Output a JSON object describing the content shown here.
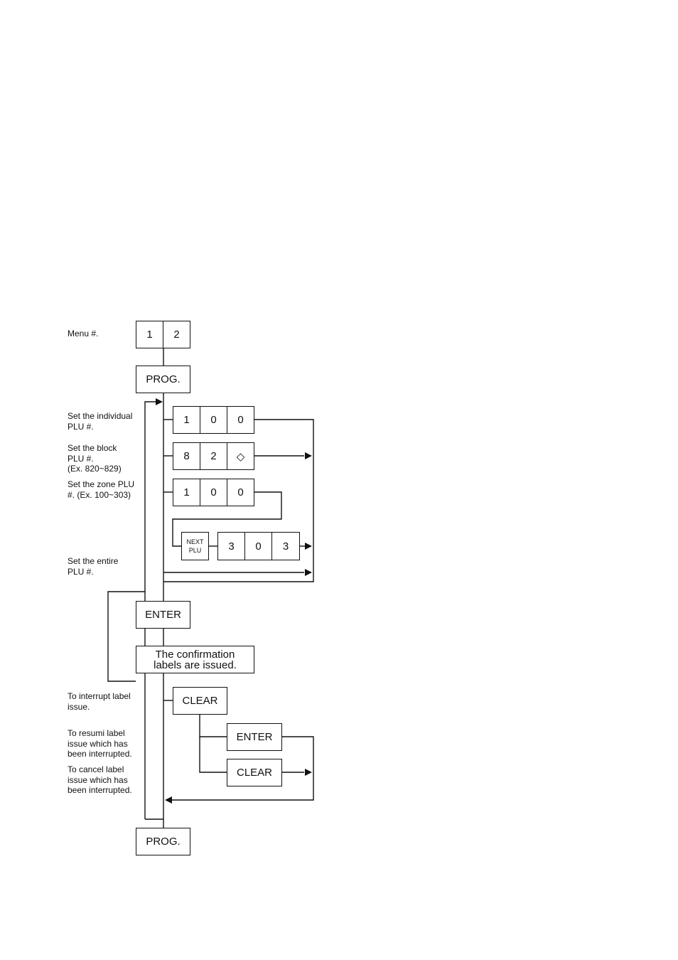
{
  "descriptions": {
    "menu_no": [
      "Menu #."
    ],
    "individual": [
      "Set the individual",
      "PLU #."
    ],
    "block": [
      "Set the block",
      "PLU #.",
      "(Ex. 820~829)"
    ],
    "zone": [
      "Set the zone PLU",
      "#. (Ex. 100~303)"
    ],
    "entire": [
      "Set the entire",
      "PLU #."
    ],
    "interrupt": [
      "To interrupt label",
      "issue."
    ],
    "resume": [
      "To resumi label",
      "issue which has",
      "been interrupted."
    ],
    "cancel": [
      "To cancel label",
      "issue which has",
      "been interrupted."
    ]
  },
  "keys": {
    "menu": [
      "1",
      "2"
    ],
    "prog": "PROG.",
    "individual": [
      "1",
      "0",
      "0"
    ],
    "block": [
      "8",
      "2",
      "◇"
    ],
    "zone_start": [
      "1",
      "0",
      "0"
    ],
    "next_plu": [
      "NEXT",
      "PLU"
    ],
    "zone_end": [
      "3",
      "0",
      "3"
    ],
    "enter": "ENTER",
    "confirmation": [
      "The confirmation",
      "labels are issued."
    ],
    "clear": "CLEAR",
    "enter_resume": "ENTER",
    "clear_cancel": "CLEAR",
    "prog_end": "PROG."
  }
}
